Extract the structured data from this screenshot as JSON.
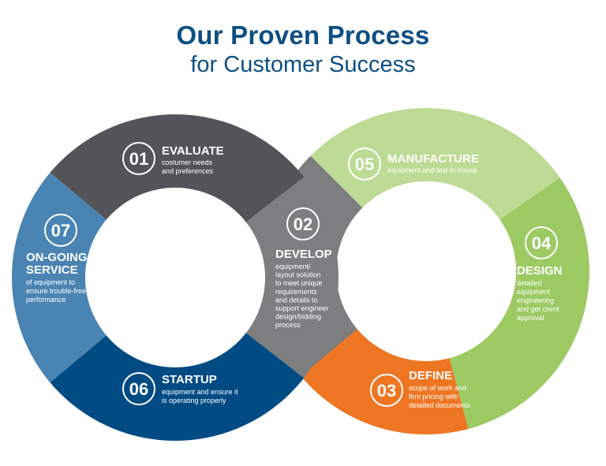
{
  "title": {
    "line1": "Our Proven Process",
    "line2": "for Customer Success"
  },
  "colors": {
    "title": "#0d4f82",
    "evaluate": "#545458",
    "develop": "#7d7e80",
    "define": "#ee7623",
    "design": "#9dca63",
    "manufacture": "#bddb94",
    "startup": "#004b84",
    "service": "#4a84b3",
    "text_light": "#ffffff"
  },
  "steps": [
    {
      "id": "evaluate",
      "number": "01",
      "title_lines": [
        "EVALUATE"
      ],
      "desc_lines": [
        "costumer needs",
        "and preferences"
      ]
    },
    {
      "id": "develop",
      "number": "02",
      "title_lines": [
        "DEVELOP"
      ],
      "desc_lines": [
        "equipment/",
        "layout solution",
        "to meet unique",
        "requirements",
        "and details to",
        "support engineer",
        "design/bidding",
        "process"
      ]
    },
    {
      "id": "define",
      "number": "03",
      "title_lines": [
        "DEFINE"
      ],
      "desc_lines": [
        "scope of work and",
        "firm pricing with",
        "detailed documents"
      ]
    },
    {
      "id": "design",
      "number": "04",
      "title_lines": [
        "DESIGN"
      ],
      "desc_lines": [
        "detailed",
        "equipment",
        "engineering",
        "and get client",
        "approval"
      ]
    },
    {
      "id": "manufacture",
      "number": "05",
      "title_lines": [
        "MANUFACTURE"
      ],
      "desc_lines": [
        "equipment and test in-house"
      ]
    },
    {
      "id": "startup",
      "number": "06",
      "title_lines": [
        "STARTUP"
      ],
      "desc_lines": [
        "equipment and ensure it",
        "is operating properly"
      ]
    },
    {
      "id": "service",
      "number": "07",
      "title_lines": [
        "ON-GOING",
        "SERVICE"
      ],
      "desc_lines": [
        "of equipment to",
        "ensure trouble-free",
        "performance"
      ]
    }
  ]
}
